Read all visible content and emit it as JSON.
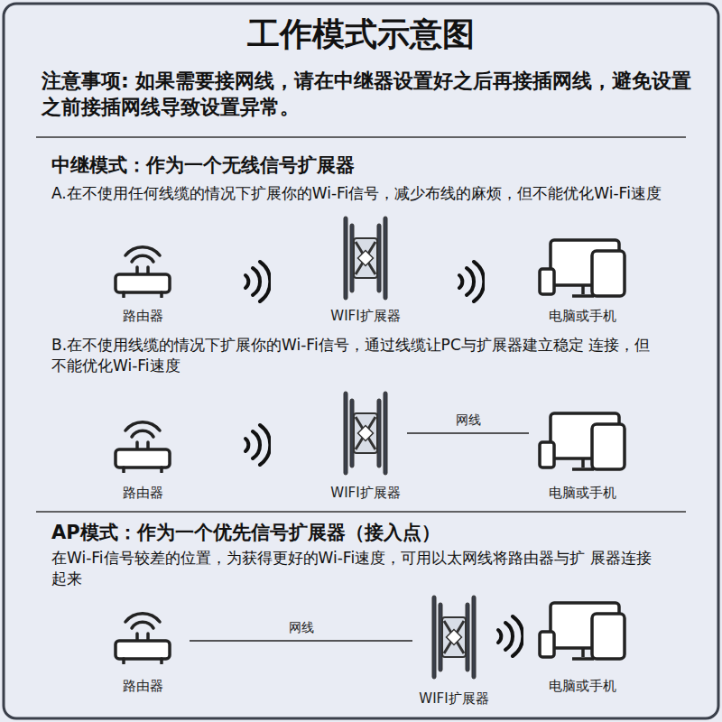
{
  "diagram": {
    "title": "工作模式示意图",
    "nodes": [
      {
        "text": [
          "路由器"
        ]
      },
      {
        "text": [
          "WIFI扩展器"
        ]
      },
      {
        "text": [
          "电脑或手机"
        ]
      },
      {
        "text": [
          "路由器"
        ]
      },
      {
        "text": [
          "WIFI扩展器"
        ]
      },
      {
        "text": [
          "电脑或手机"
        ]
      },
      {
        "text": [
          "路由器"
        ]
      },
      {
        "text": [
          "WIFI扩展器"
        ]
      },
      {
        "text": [
          "电脑或手机"
        ]
      }
    ],
    "edges": [
      {
        "from": 4,
        "to": 5,
        "label": "网线",
        "arrow": "none"
      },
      {
        "from": 6,
        "to": 7,
        "label": "网线",
        "arrow": "none"
      }
    ],
    "labels": [
      "注意事项: 如果需要接网线，请在中继器设置好之后再接插网线，避免设置之前接插网线导致设置异常。",
      "中继模式：作为一个无线信号扩展器",
      "A.在不使用任何线缆的情况下扩展你的Wi-Fi信号，减少布线的麻烦，但不能优化Wi-Fi速度",
      "B.在不使用线缆的情况下扩展你的Wi-Fi信号，通过线缆让PC与扩展器建立稳定 连接，但不能优化Wi-Fi速度",
      "AP模式：作为一个优先信号扩展器（接入点）",
      "在Wi-Fi信号较差的位置，为获得更好的Wi-Fi速度，可用以太网线将路由器与扩 展器连接起来"
    ]
  }
}
